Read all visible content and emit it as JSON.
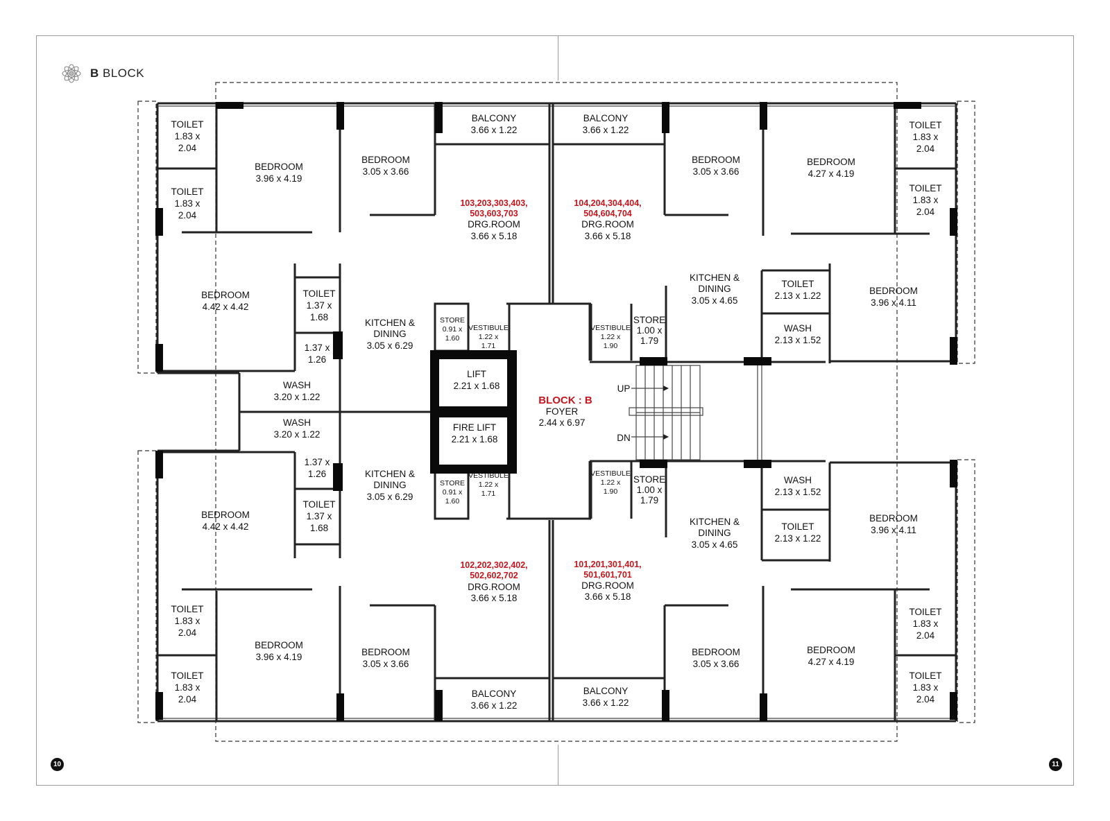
{
  "header": {
    "block_word": "BLOCK",
    "block_letter": "B",
    "logo_icon": "flower-logo-icon"
  },
  "page_numbers": {
    "left": "10",
    "right": "11"
  },
  "core": {
    "block_title": "BLOCK : B",
    "foyer_label": "FOYER",
    "foyer_size": "2.44 x 6.97",
    "lift_label": "LIFT",
    "lift_size": "2.21 x 1.68",
    "fire_lift_label": "FIRE LIFT",
    "fire_lift_size": "2.21 x 1.68",
    "stair_up": "UP",
    "stair_down": "DN"
  },
  "units": {
    "top_left": {
      "flat_numbers_line1": "103,203,303,403,",
      "flat_numbers_line2": "503,603,703",
      "drawing_room": "DRG.ROOM",
      "drawing_room_size": "3.66 x 5.18",
      "balcony": "BALCONY",
      "balcony_size": "3.66 x 1.22",
      "bedroom_a": "BEDROOM",
      "bedroom_a_size": "3.96 x 4.19",
      "bedroom_b": "BEDROOM",
      "bedroom_b_size": "3.05 x 3.66",
      "bedroom_c": "BEDROOM",
      "bedroom_c_size": "4.42 x 4.42",
      "toilet_a": "TOILET",
      "toilet_a_size1": "1.83 x",
      "toilet_a_size2": "2.04",
      "toilet_b": "TOILET",
      "toilet_b_size1": "1.83 x",
      "toilet_b_size2": "2.04",
      "toilet_c": "TOILET",
      "toilet_c_size1": "1.37 x",
      "toilet_c_size2": "1.68",
      "small_size1": "1.37 x",
      "small_size2": "1.26",
      "kitchen1": "KITCHEN &",
      "kitchen2": "DINING",
      "kitchen_size": "3.05 x 6.29",
      "wash": "WASH",
      "wash_size": "3.20 x 1.22",
      "store": "STORE",
      "store_size1": "0.91 x",
      "store_size2": "1.60",
      "vestibule": "VESTIBULE",
      "vestibule_size1": "1.22 x",
      "vestibule_size2": "1.71"
    },
    "top_right": {
      "flat_numbers_line1": "104,204,304,404,",
      "flat_numbers_line2": "504,604,704",
      "drawing_room": "DRG.ROOM",
      "drawing_room_size": "3.66 x 5.18",
      "balcony": "BALCONY",
      "balcony_size": "3.66 x 1.22",
      "bedroom_a": "BEDROOM",
      "bedroom_a_size": "3.05 x 3.66",
      "bedroom_b": "BEDROOM",
      "bedroom_b_size": "4.27 x 4.19",
      "bedroom_c": "BEDROOM",
      "bedroom_c_size": "3.96 x 4.11",
      "toilet_a": "TOILET",
      "toilet_a_size1": "1.83 x",
      "toilet_a_size2": "2.04",
      "toilet_b": "TOILET",
      "toilet_b_size1": "1.83 x",
      "toilet_b_size2": "2.04",
      "toilet_c": "TOILET",
      "toilet_c_size": "2.13 x 1.22",
      "wash": "WASH",
      "wash_size": "2.13 x 1.52",
      "kitchen1": "KITCHEN &",
      "kitchen2": "DINING",
      "kitchen_size": "3.05 x 4.65",
      "store": "STORE",
      "store_size1": "1.00 x",
      "store_size2": "1.79",
      "vestibule": "VESTIBULE",
      "vestibule_size1": "1.22 x",
      "vestibule_size2": "1.90"
    },
    "bottom_left": {
      "flat_numbers_line1": "102,202,302,402,",
      "flat_numbers_line2": "502,602,702",
      "drawing_room": "DRG.ROOM",
      "drawing_room_size": "3.66 x 5.18",
      "balcony": "BALCONY",
      "balcony_size": "3.66 x 1.22",
      "bedroom_a": "BEDROOM",
      "bedroom_a_size": "3.96 x 4.19",
      "bedroom_b": "BEDROOM",
      "bedroom_b_size": "3.05 x 3.66",
      "bedroom_c": "BEDROOM",
      "bedroom_c_size": "4.42 x 4.42",
      "toilet_a": "TOILET",
      "toilet_a_size1": "1.83 x",
      "toilet_a_size2": "2.04",
      "toilet_b": "TOILET",
      "toilet_b_size1": "1.83 x",
      "toilet_b_size2": "2.04",
      "toilet_c": "TOILET",
      "toilet_c_size1": "1.37 x",
      "toilet_c_size2": "1.68",
      "small_size1": "1.37 x",
      "small_size2": "1.26",
      "kitchen1": "KITCHEN &",
      "kitchen2": "DINING",
      "kitchen_size": "3.05 x 6.29",
      "wash": "WASH",
      "wash_size": "3.20 x 1.22",
      "store": "STORE",
      "store_size1": "0.91 x",
      "store_size2": "1.60",
      "vestibule": "VESTIBULE",
      "vestibule_size1": "1.22 x",
      "vestibule_size2": "1.71"
    },
    "bottom_right": {
      "flat_numbers_line1": "101,201,301,401,",
      "flat_numbers_line2": "501,601,701",
      "drawing_room": "DRG.ROOM",
      "drawing_room_size": "3.66 x 5.18",
      "balcony": "BALCONY",
      "balcony_size": "3.66 x 1.22",
      "bedroom_a": "BEDROOM",
      "bedroom_a_size": "3.05 x 3.66",
      "bedroom_b": "BEDROOM",
      "bedroom_b_size": "4.27 x 4.19",
      "bedroom_c": "BEDROOM",
      "bedroom_c_size": "3.96 x 4.11",
      "toilet_a": "TOILET",
      "toilet_a_size1": "1.83 x",
      "toilet_a_size2": "2.04",
      "toilet_b": "TOILET",
      "toilet_b_size1": "1.83 x",
      "toilet_b_size2": "2.04",
      "toilet_c": "TOILET",
      "toilet_c_size": "2.13 x 1.22",
      "wash": "WASH",
      "wash_size": "2.13 x 1.52",
      "kitchen1": "KITCHEN &",
      "kitchen2": "DINING",
      "kitchen_size": "3.05 x 4.65",
      "store": "STORE",
      "store_size1": "1.00 x",
      "store_size2": "1.79",
      "vestibule": "VESTIBULE",
      "vestibule_size1": "1.22 x",
      "vestibule_size2": "1.90"
    }
  },
  "colors": {
    "accent_red": "#c4161c",
    "wall": "#222222",
    "frame": "#9a9a9a"
  }
}
